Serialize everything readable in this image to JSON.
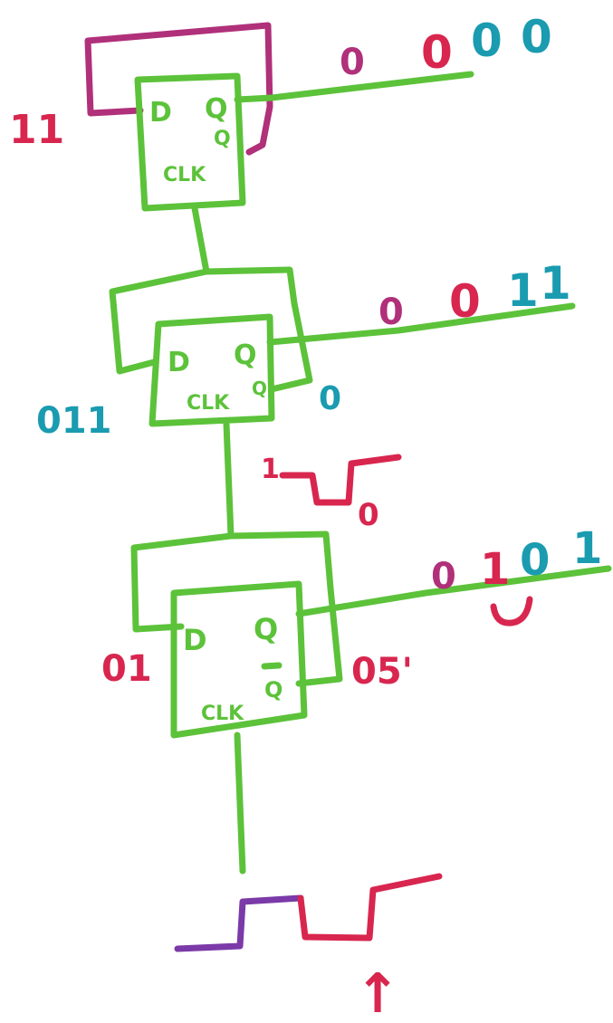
{
  "colors": {
    "green": "#5cc23a",
    "magenta": "#b0307a",
    "red": "#d8264f",
    "teal": "#1a9bb0",
    "purple": "#7b3aa8",
    "paper": "#ffffff"
  },
  "flip_flops": [
    {
      "d_label": "D",
      "q_label": "Q",
      "qbar_label": "Q",
      "clk_label": "CLK",
      "input_label": "11",
      "output_digits": [
        "0",
        "0",
        "0",
        "0"
      ],
      "qbar_value": ""
    },
    {
      "d_label": "D",
      "q_label": "Q",
      "qbar_label": "Q",
      "clk_label": "CLK",
      "input_label": "011",
      "output_digits": [
        "0",
        "0",
        "1",
        "1"
      ],
      "qbar_value": "0"
    },
    {
      "d_label": "D",
      "q_label": "Q",
      "qbar_label": "Q",
      "clk_label": "CLK",
      "input_label": "01",
      "output_digits": [
        "0",
        "1",
        "0",
        "1"
      ],
      "qbar_value": "05'"
    }
  ],
  "clock_between": {
    "high_label": "1",
    "low_label": "0"
  },
  "clock_input": {
    "edge_marker": "↑"
  }
}
